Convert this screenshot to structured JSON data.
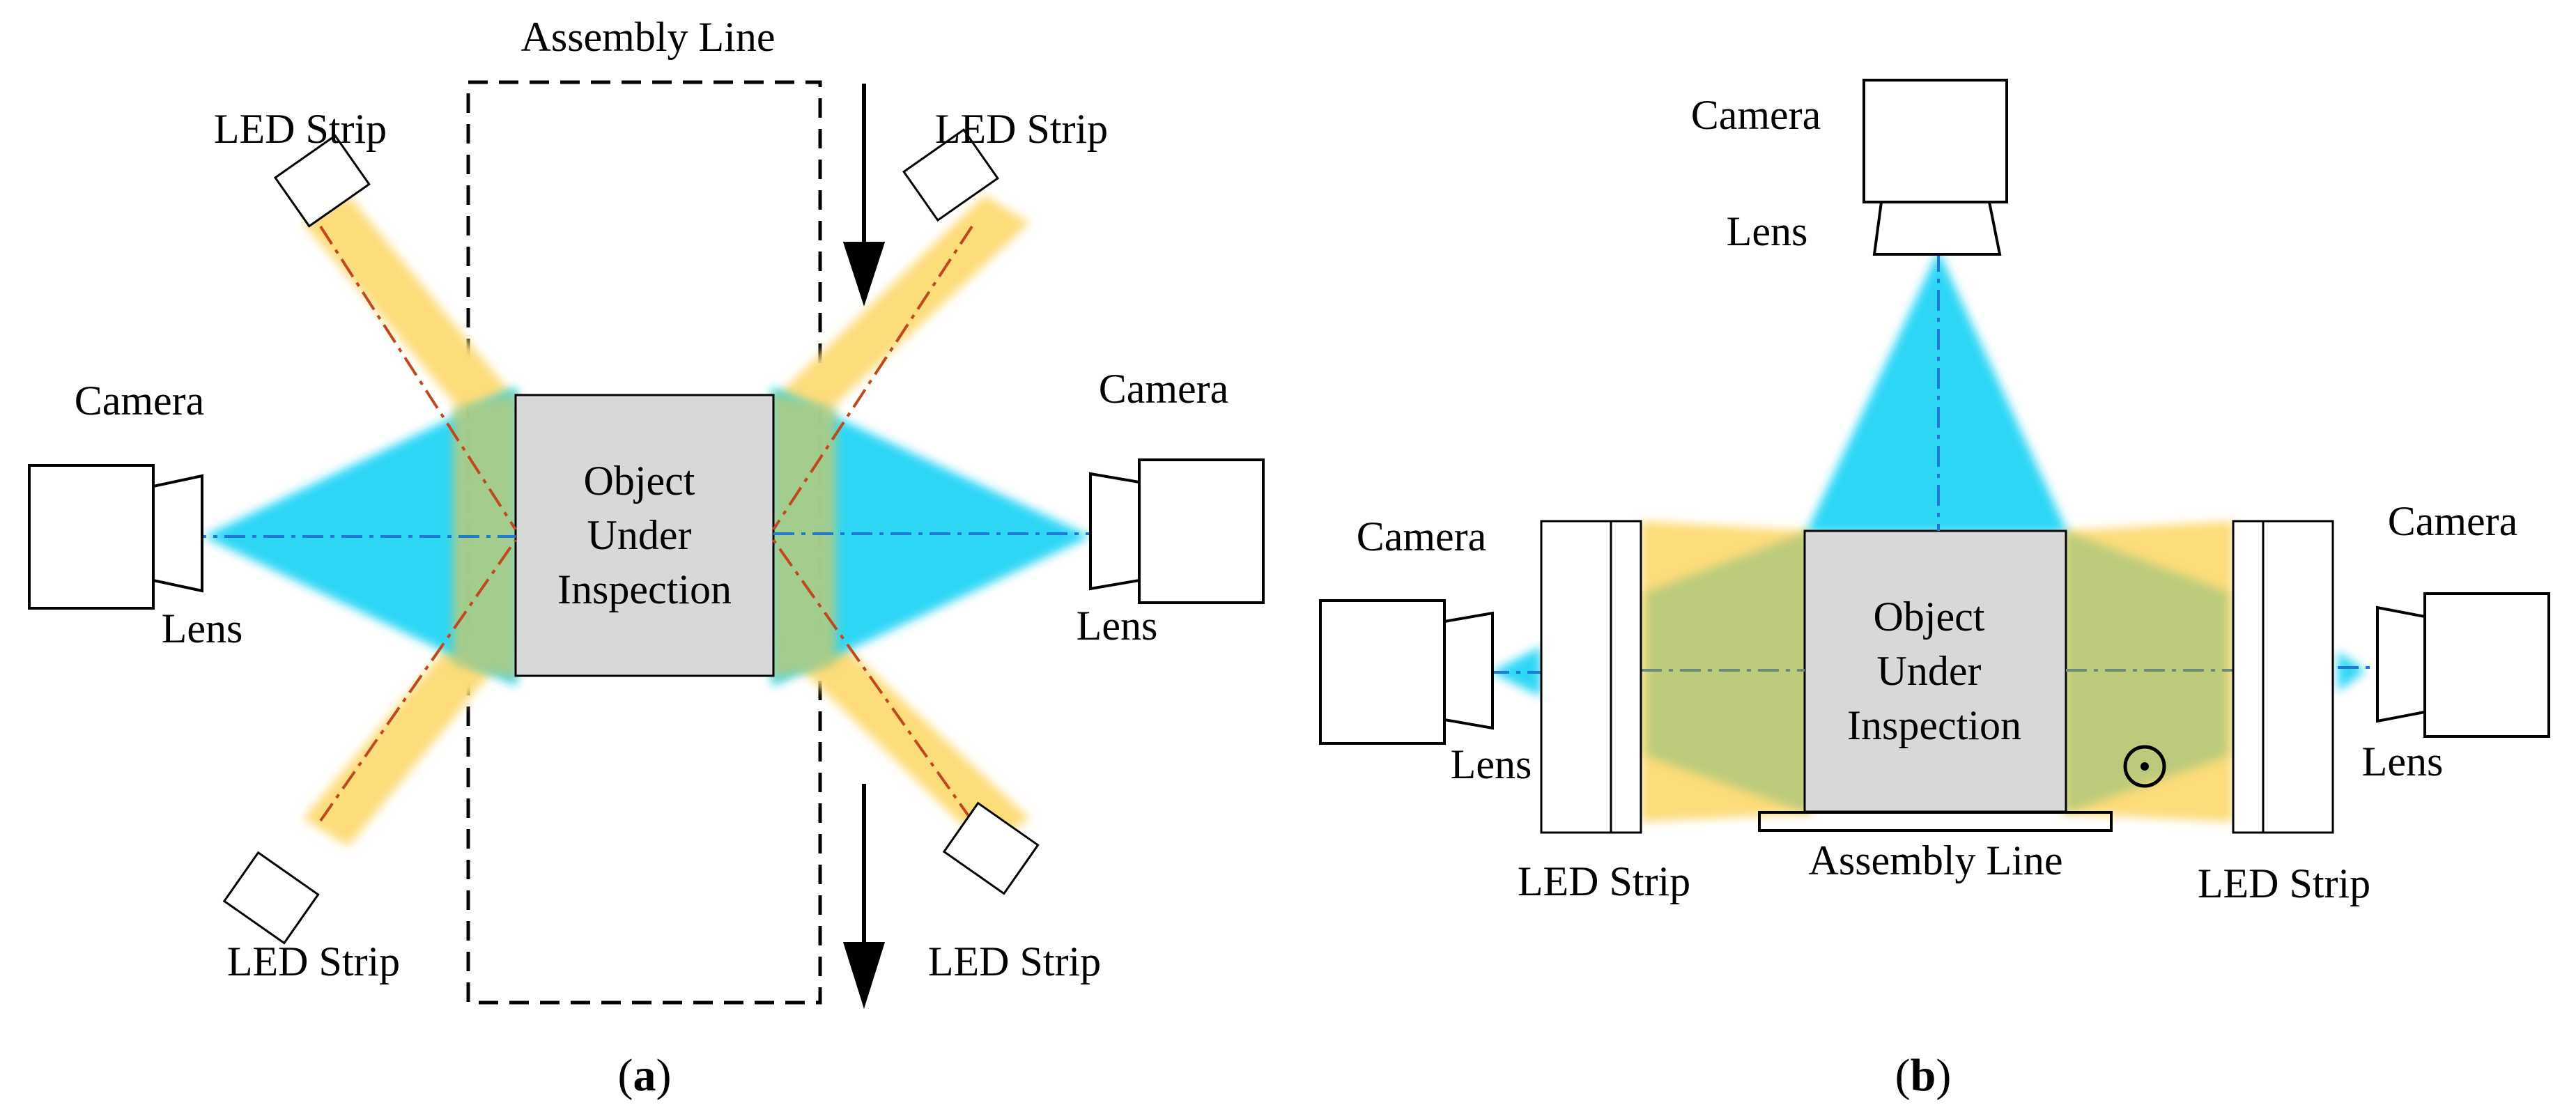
{
  "colors": {
    "camera_beam": "#1fd3f5",
    "led_beam": "#fddc7a",
    "overlap": "#b9cb7c",
    "object_fill": "#d8d8d8",
    "camera_axis": "#1f7ad1",
    "led_axis": "#c0481e",
    "stroke": "#000000"
  },
  "panel_a": {
    "assembly_line_label": "Assembly Line",
    "led_strip_top_left": "LED Strip",
    "led_strip_top_right": "LED Strip",
    "led_strip_bottom_left": "LED Strip",
    "led_strip_bottom_right": "LED Strip",
    "camera_left": "Camera",
    "camera_right": "Camera",
    "lens_left": "Lens",
    "lens_right": "Lens",
    "object_lines": [
      "Object",
      "Under",
      "Inspection"
    ],
    "caption_letter": "a"
  },
  "panel_b": {
    "camera_top": "Camera",
    "lens_top": "Lens",
    "camera_left": "Camera",
    "camera_right": "Camera",
    "lens_left": "Lens",
    "lens_right": "Lens",
    "led_strip_left": "LED Strip",
    "led_strip_right": "LED Strip",
    "assembly_line_label": "Assembly Line",
    "object_lines": [
      "Object",
      "Under",
      "Inspection"
    ],
    "caption_letter": "b"
  },
  "icons": {
    "camera": "camera-icon",
    "lens": "lens-icon",
    "led_strip": "led-strip-icon",
    "motion_arrow": "arrow-down-icon",
    "out_of_plane": "dot-in-circle-icon"
  }
}
